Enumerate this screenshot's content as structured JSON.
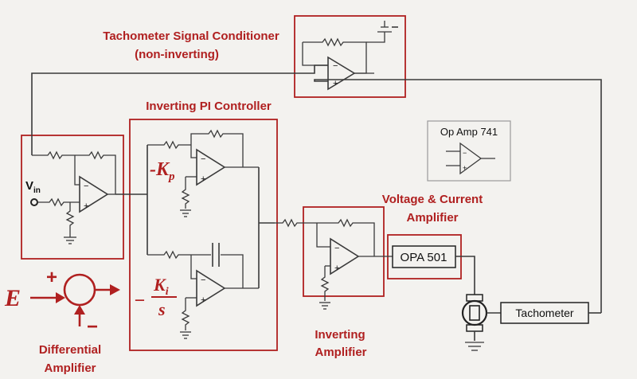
{
  "labels": {
    "tach_conditioner_line1": "Tachometer Signal Conditioner",
    "tach_conditioner_line2": "(non-inverting)",
    "pi_controller": "Inverting PI Controller",
    "voltage_current_line1": "Voltage & Current",
    "voltage_current_line2": "Amplifier",
    "inverting_amp_line1": "Inverting",
    "inverting_amp_line2": "Amplifier",
    "differential_line1": "Differential",
    "differential_line2": "Amplifier"
  },
  "components": {
    "vin_main": "V",
    "vin_sub": "in",
    "op_amp_legend": "Op Amp 741",
    "opa501": "OPA 501",
    "tachometer": "Tachometer"
  },
  "math": {
    "kp_sign": "-",
    "kp_main": "K",
    "kp_sub": "p",
    "ki_sign": "−",
    "ki_num_main": "K",
    "ki_num_sub": "i",
    "ki_den": "s",
    "e_label": "E",
    "plus": "+",
    "minus": "−"
  },
  "opamp_signs": {
    "plus": "+",
    "minus": "−"
  },
  "colors": {
    "accent": "#b02020",
    "wire": "#3a3a3a",
    "background": "#f3f2ef"
  }
}
